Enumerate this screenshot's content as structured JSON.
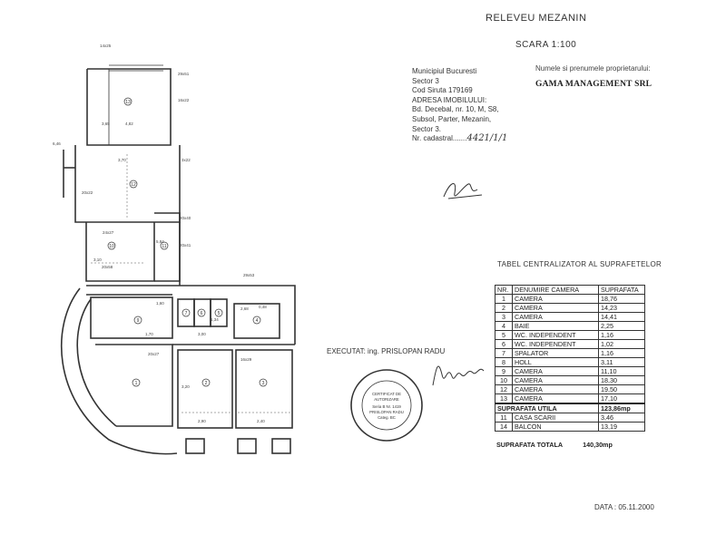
{
  "header": {
    "title": "RELEVEU MEZANIN",
    "scale": "SCARA 1:100"
  },
  "info": {
    "lines": [
      "Municipiul Bucuresti",
      "Sector 3",
      "Cod Siruta 179169",
      "ADRESA IMOBILULUI:",
      "Bd. Decebal, nr. 10, M, S8,",
      "Subsol, Parter, Mezanin,",
      "Sector 3.",
      "Nr. cadastral"
    ],
    "cadastral_handwritten": "4421/1/1"
  },
  "owner": {
    "label": "Numele si prenumele proprietarului:",
    "name": "GAMA MANAGEMENT SRL"
  },
  "table": {
    "title": "TABEL CENTRALIZATOR AL SUPRAFETELOR",
    "headers": [
      "NR.",
      "DENUMIRE CAMERA",
      "SUPRAFATA"
    ],
    "rows": [
      {
        "nr": "1",
        "name": "CAMERA",
        "area": "18,76"
      },
      {
        "nr": "2",
        "name": "CAMERA",
        "area": "14,23"
      },
      {
        "nr": "3",
        "name": "CAMERA",
        "area": "14,41"
      },
      {
        "nr": "4",
        "name": "BAIE",
        "area": "2,25"
      },
      {
        "nr": "5",
        "name": "WC. INDEPENDENT",
        "area": "1,16"
      },
      {
        "nr": "6",
        "name": "WC. INDEPENDENT",
        "area": "1,02"
      },
      {
        "nr": "7",
        "name": "SPALATOR",
        "area": "1,16"
      },
      {
        "nr": "8",
        "name": "HOLL",
        "area": "3,11"
      },
      {
        "nr": "9",
        "name": "CAMERA",
        "area": "11,10"
      },
      {
        "nr": "10",
        "name": "CAMERA",
        "area": "18,30"
      },
      {
        "nr": "12",
        "name": "CAMERA",
        "area": "19,50"
      },
      {
        "nr": "13",
        "name": "CAMERA",
        "area": "17,10"
      }
    ],
    "useful_label": "SUPRAFATA UTILA",
    "useful_value": "123,86mp",
    "extra_rows": [
      {
        "nr": "11",
        "name": "CASA SCARII",
        "area": "3,46"
      },
      {
        "nr": "14",
        "name": "BALCON",
        "area": "13,19"
      }
    ],
    "total_label": "SUPRAFATA TOTALA",
    "total_value": "140,30mp"
  },
  "executed": "EXECUTAT: ing. PRISLOPAN RADU",
  "stamp": {
    "lines": [
      "CERTIFICAT DE",
      "AUTORIZARE",
      "Seria B Nr. 1419",
      "PRISLOPAN RADU",
      "Categ. BC"
    ]
  },
  "date": "DATA : 05.11.2000",
  "plan": {
    "rooms": [
      "1",
      "2",
      "3",
      "4",
      "5",
      "6",
      "7",
      "8",
      "9",
      "10",
      "11",
      "12",
      "13"
    ],
    "labels": [
      "14x25",
      "29x51",
      "16x22",
      "3x22",
      "20x22",
      "24x27",
      "20x58",
      "20x40",
      "20x41",
      "20x27",
      "29x53",
      "16x29",
      "4,82",
      "3,70",
      "3,65",
      "2,68",
      "3,20",
      "3,10",
      "2,90",
      "2,40",
      "3,00",
      "6,46",
      "5,84",
      "1,34",
      "0,48",
      "1,60",
      "1,70"
    ]
  }
}
